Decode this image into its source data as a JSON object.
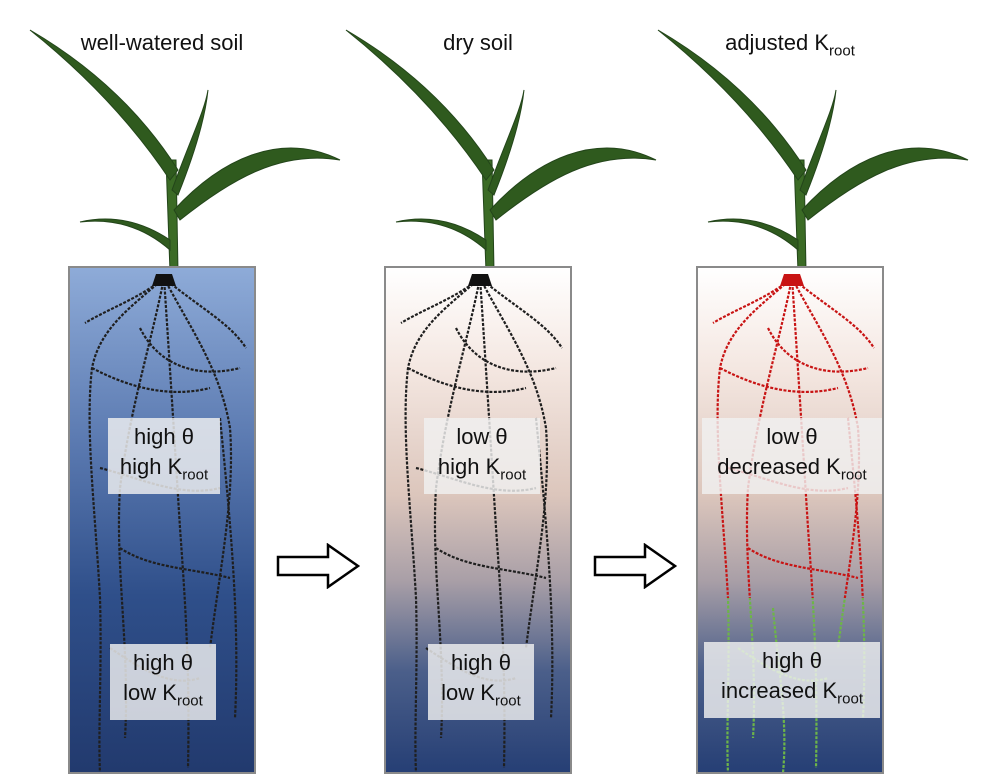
{
  "panels": [
    {
      "title": "well-watered soil",
      "upper": {
        "line1": "high θ",
        "line2_prefix": "high K",
        "line2_sub": "root"
      },
      "lower": {
        "line1": "high θ",
        "line2_prefix": "low K",
        "line2_sub": "root"
      }
    },
    {
      "title": "dry soil",
      "upper": {
        "line1": "low θ",
        "line2_prefix": "high K",
        "line2_sub": "root"
      },
      "lower": {
        "line1": "high θ",
        "line2_prefix": "low K",
        "line2_sub": "root"
      }
    },
    {
      "title_prefix": "adjusted K",
      "title_sub": "root",
      "upper": {
        "line1": "low θ",
        "line2_prefix": "decreased K",
        "line2_sub": "root"
      },
      "lower": {
        "line1": "high θ",
        "line2_prefix": "increased K",
        "line2_sub": "root"
      }
    }
  ],
  "colors": {
    "root_default": "#1f1f1f",
    "root_decreased": "#c81414",
    "root_increased": "#6db548",
    "leaf": "#2f5a1e",
    "wet_soil": "#2f4f8a",
    "dry_soil": "#dcc6bc"
  },
  "icons": [
    "plant-icon",
    "root-system-icon",
    "right-arrow-icon"
  ]
}
